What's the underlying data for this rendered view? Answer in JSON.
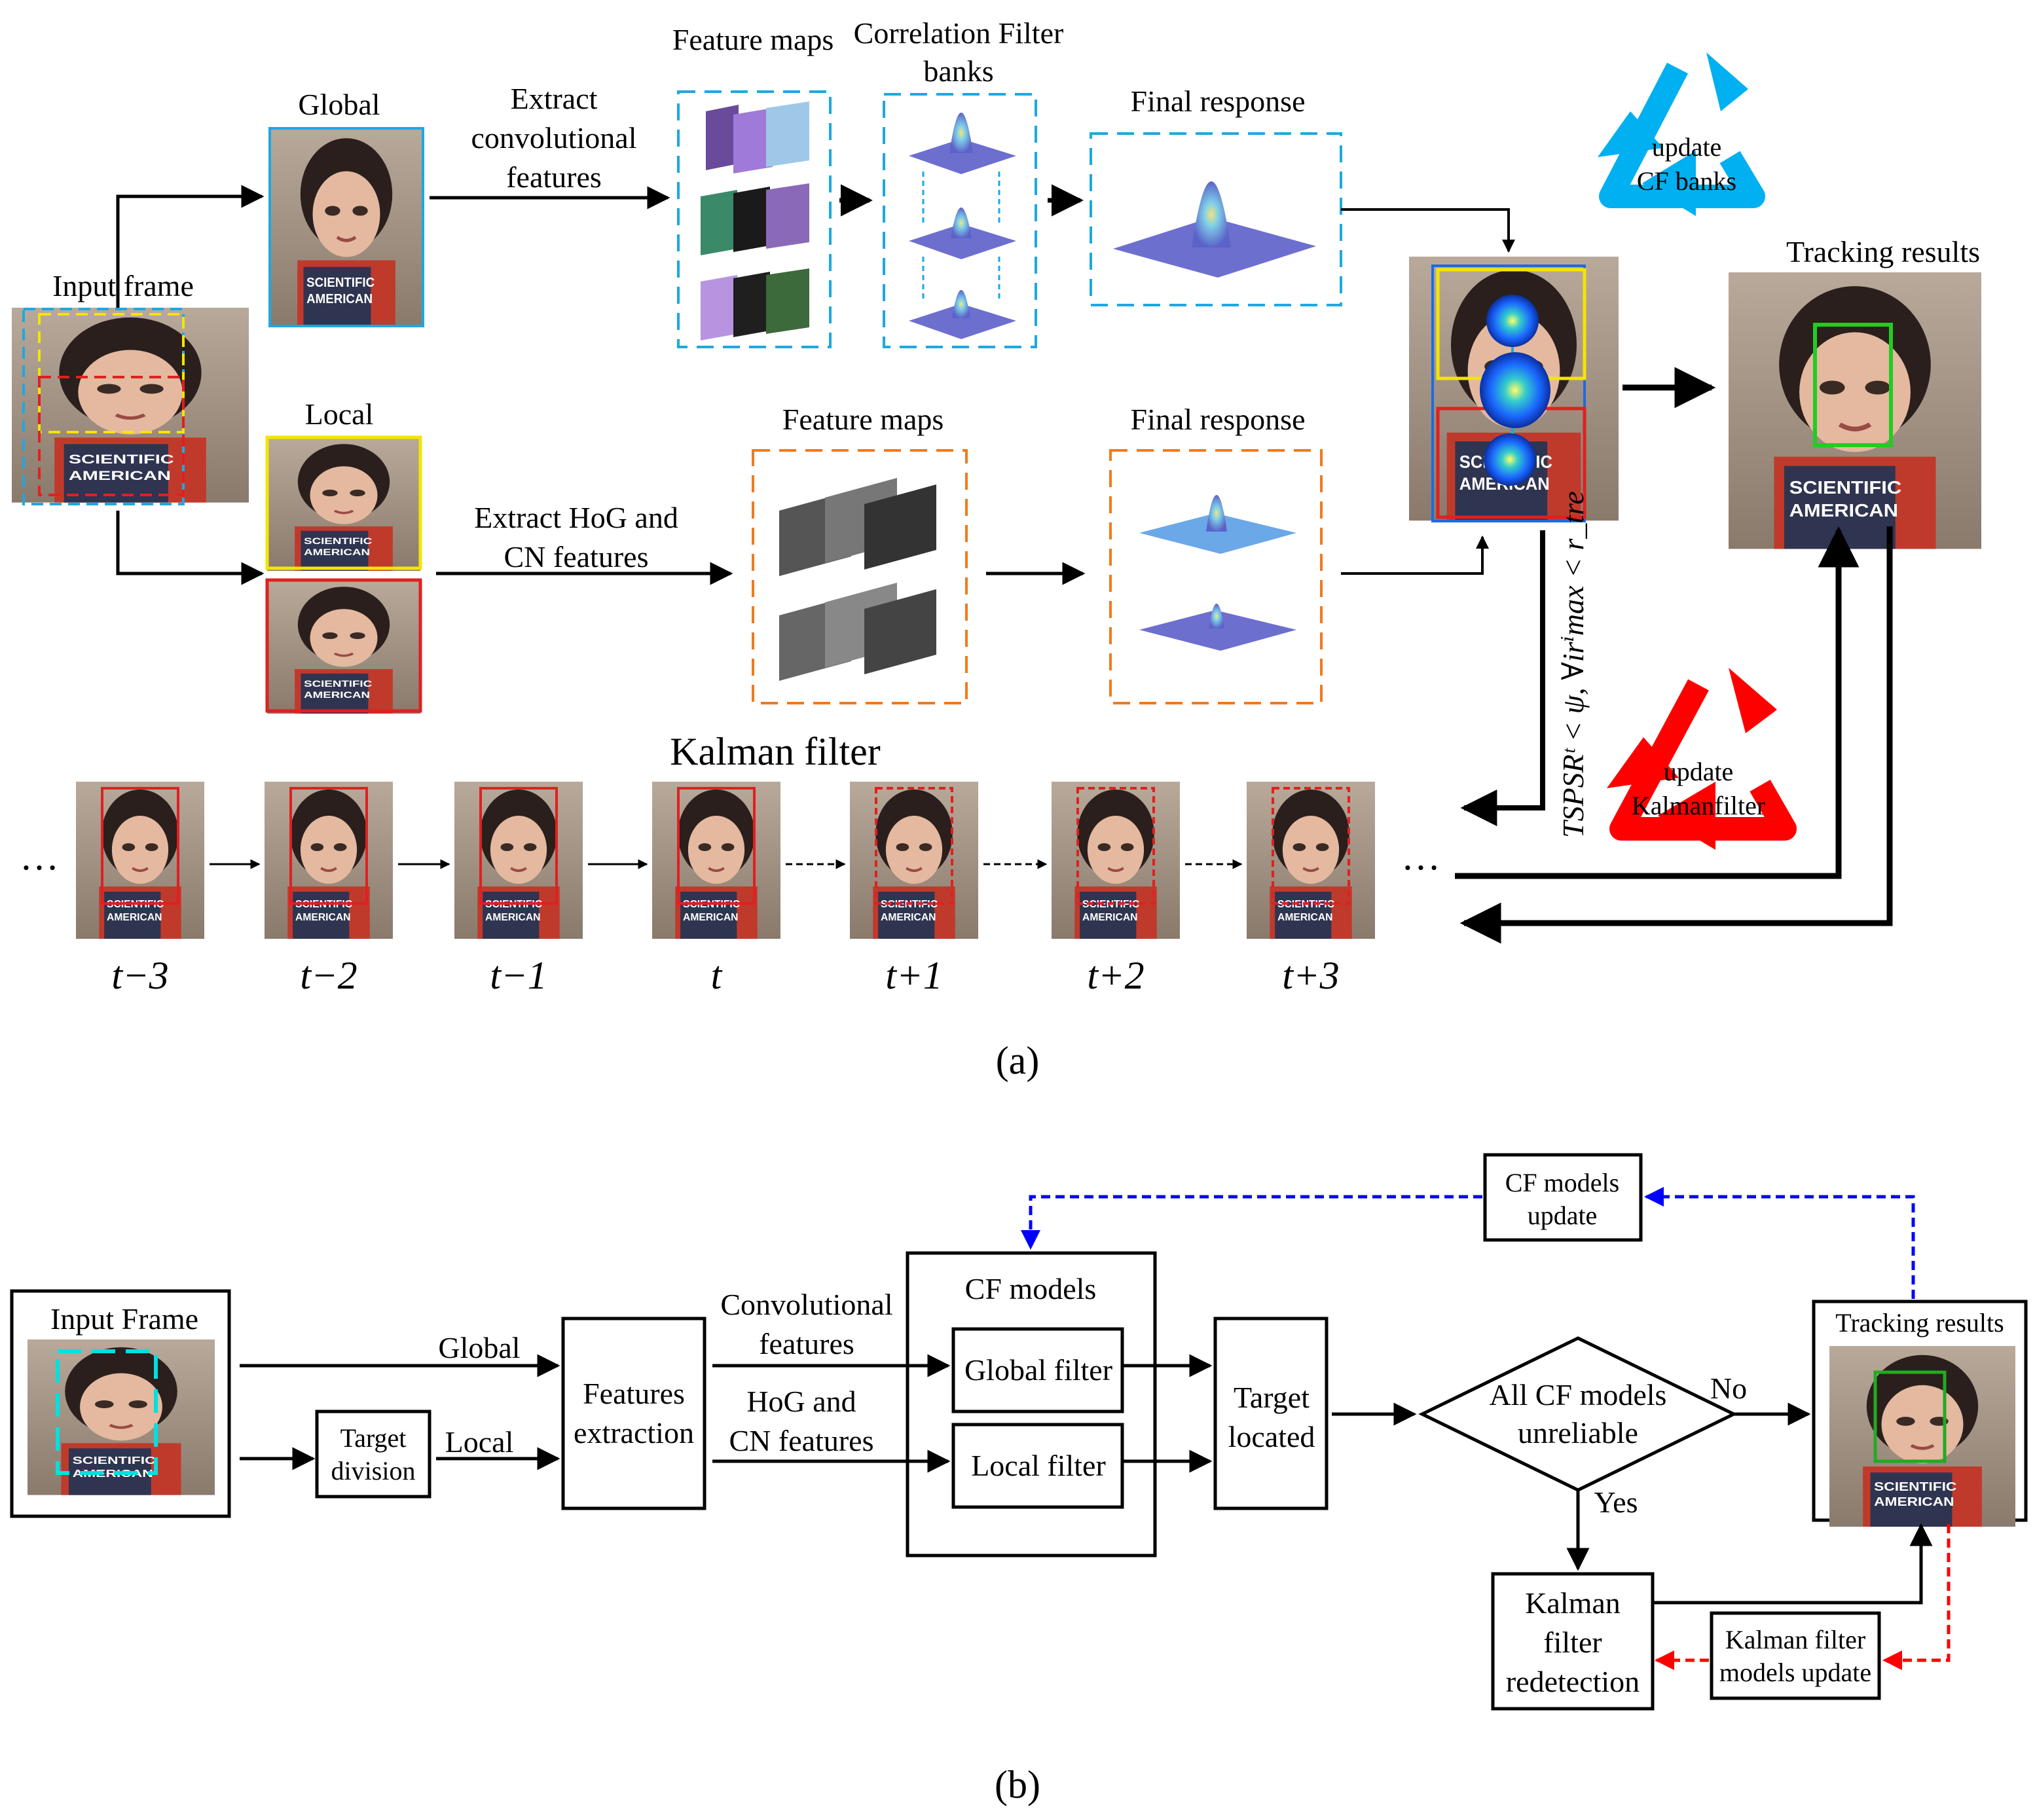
{
  "panel_a": {
    "input_frame": "Input frame",
    "global": "Global",
    "local": "Local",
    "extract_conv": [
      "Extract",
      "convolutional",
      "features"
    ],
    "extract_hog": [
      "Extract HoG and",
      "CN features"
    ],
    "feature_maps_top": "Feature maps",
    "cf_banks": [
      "Correlation Filter",
      "banks"
    ],
    "final_response_top": "Final response",
    "feature_maps_bottom": "Feature maps",
    "final_response_bottom": "Final response",
    "update_cf": [
      "update",
      "CF banks"
    ],
    "tracking_results": "Tracking results",
    "update_kalman": [
      "update",
      "Kalmanfilter"
    ],
    "condition": "TSPSRᵗ < ψ, ∀irⁱmax < r_tre",
    "kalman_filter": "Kalman filter",
    "timesteps": [
      "t−3",
      "t−2",
      "t−1",
      "t",
      "t+1",
      "t+2",
      "t+3"
    ],
    "ellipsis": "…",
    "caption": "(a)"
  },
  "panel_b": {
    "input_frame": "Input Frame",
    "global": "Global",
    "local": "Local",
    "target_division": [
      "Target",
      "division"
    ],
    "features_extraction": [
      "Features",
      "extraction"
    ],
    "conv_features": [
      "Convolutional",
      "features"
    ],
    "hog_features": [
      "HoG and",
      "CN features"
    ],
    "cf_models": "CF models",
    "global_filter": "Global filter",
    "local_filter": "Local filter",
    "target_located": [
      "Target",
      "located"
    ],
    "decision": [
      "All CF models",
      "unreliable"
    ],
    "no": "No",
    "yes": "Yes",
    "tracking_results": "Tracking results",
    "cf_update": [
      "CF models",
      "update"
    ],
    "kalman_redetection": [
      "Kalman",
      "filter",
      "redetection"
    ],
    "kalman_update": [
      "Kalman filter",
      "models update"
    ],
    "caption": "(b)"
  },
  "colors": {
    "blue_dash": "#1ea8e0",
    "orange_dash": "#f07a1c",
    "cycle_blue": "#00b0f0",
    "cycle_red": "#ff0000",
    "track_green": "#22cc22",
    "box_yellow": "#f2e600",
    "box_red": "#e02020",
    "flow_blue": "#0000ff",
    "flow_red": "#ff0000"
  }
}
